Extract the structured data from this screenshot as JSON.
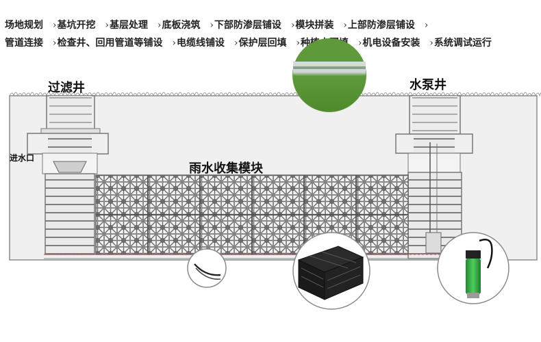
{
  "process_steps": [
    {
      "label": "场地规划",
      "arrow": ""
    },
    {
      "label": "基坑开挖",
      "arrow": "›"
    },
    {
      "label": "基层处理",
      "arrow": "›"
    },
    {
      "label": "底板浇筑",
      "arrow": "›"
    },
    {
      "label": "下部防渗层铺设",
      "arrow": "›"
    },
    {
      "label": "模块拼装",
      "arrow": "›"
    },
    {
      "label": "上部防渗层铺设",
      "arrow": "›"
    },
    {
      "label": "",
      "arrow": "›"
    },
    {
      "label": "管道连接",
      "arrow": ""
    },
    {
      "label": "检查井、回用管道等铺设",
      "arrow": "›"
    },
    {
      "label": "电缆线铺设",
      "arrow": "›"
    },
    {
      "label": "保护层回填",
      "arrow": "›"
    },
    {
      "label": "种植土回填",
      "arrow": "›"
    },
    {
      "label": "机电设备安装",
      "arrow": "›"
    },
    {
      "label": "系统调试运行",
      "arrow": "›"
    }
  ],
  "diagram": {
    "filter_well_label": "过滤井",
    "pump_well_label": "水泵井",
    "inlet_label": "进水口",
    "module_label": "雨水收集模块"
  },
  "colors": {
    "ground": "#efefef",
    "structure": "#c9c9c9",
    "module": "#7a7a7a",
    "pump_green": "#34b04a",
    "grass": "#6fae3d"
  }
}
